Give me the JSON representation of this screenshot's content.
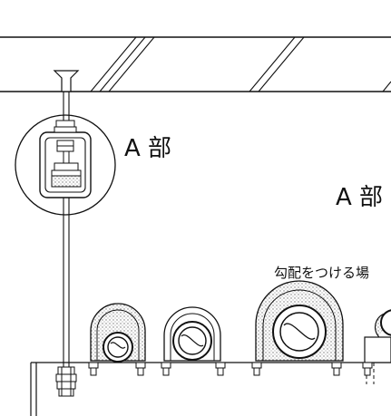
{
  "labels": {
    "detail_a_small": "A 部",
    "detail_a_large": "A 部",
    "slope_note": "勾配をつける場"
  },
  "colors": {
    "ink": "#111111",
    "stipple": "#bdbdbd",
    "paper": "#ffffff"
  }
}
